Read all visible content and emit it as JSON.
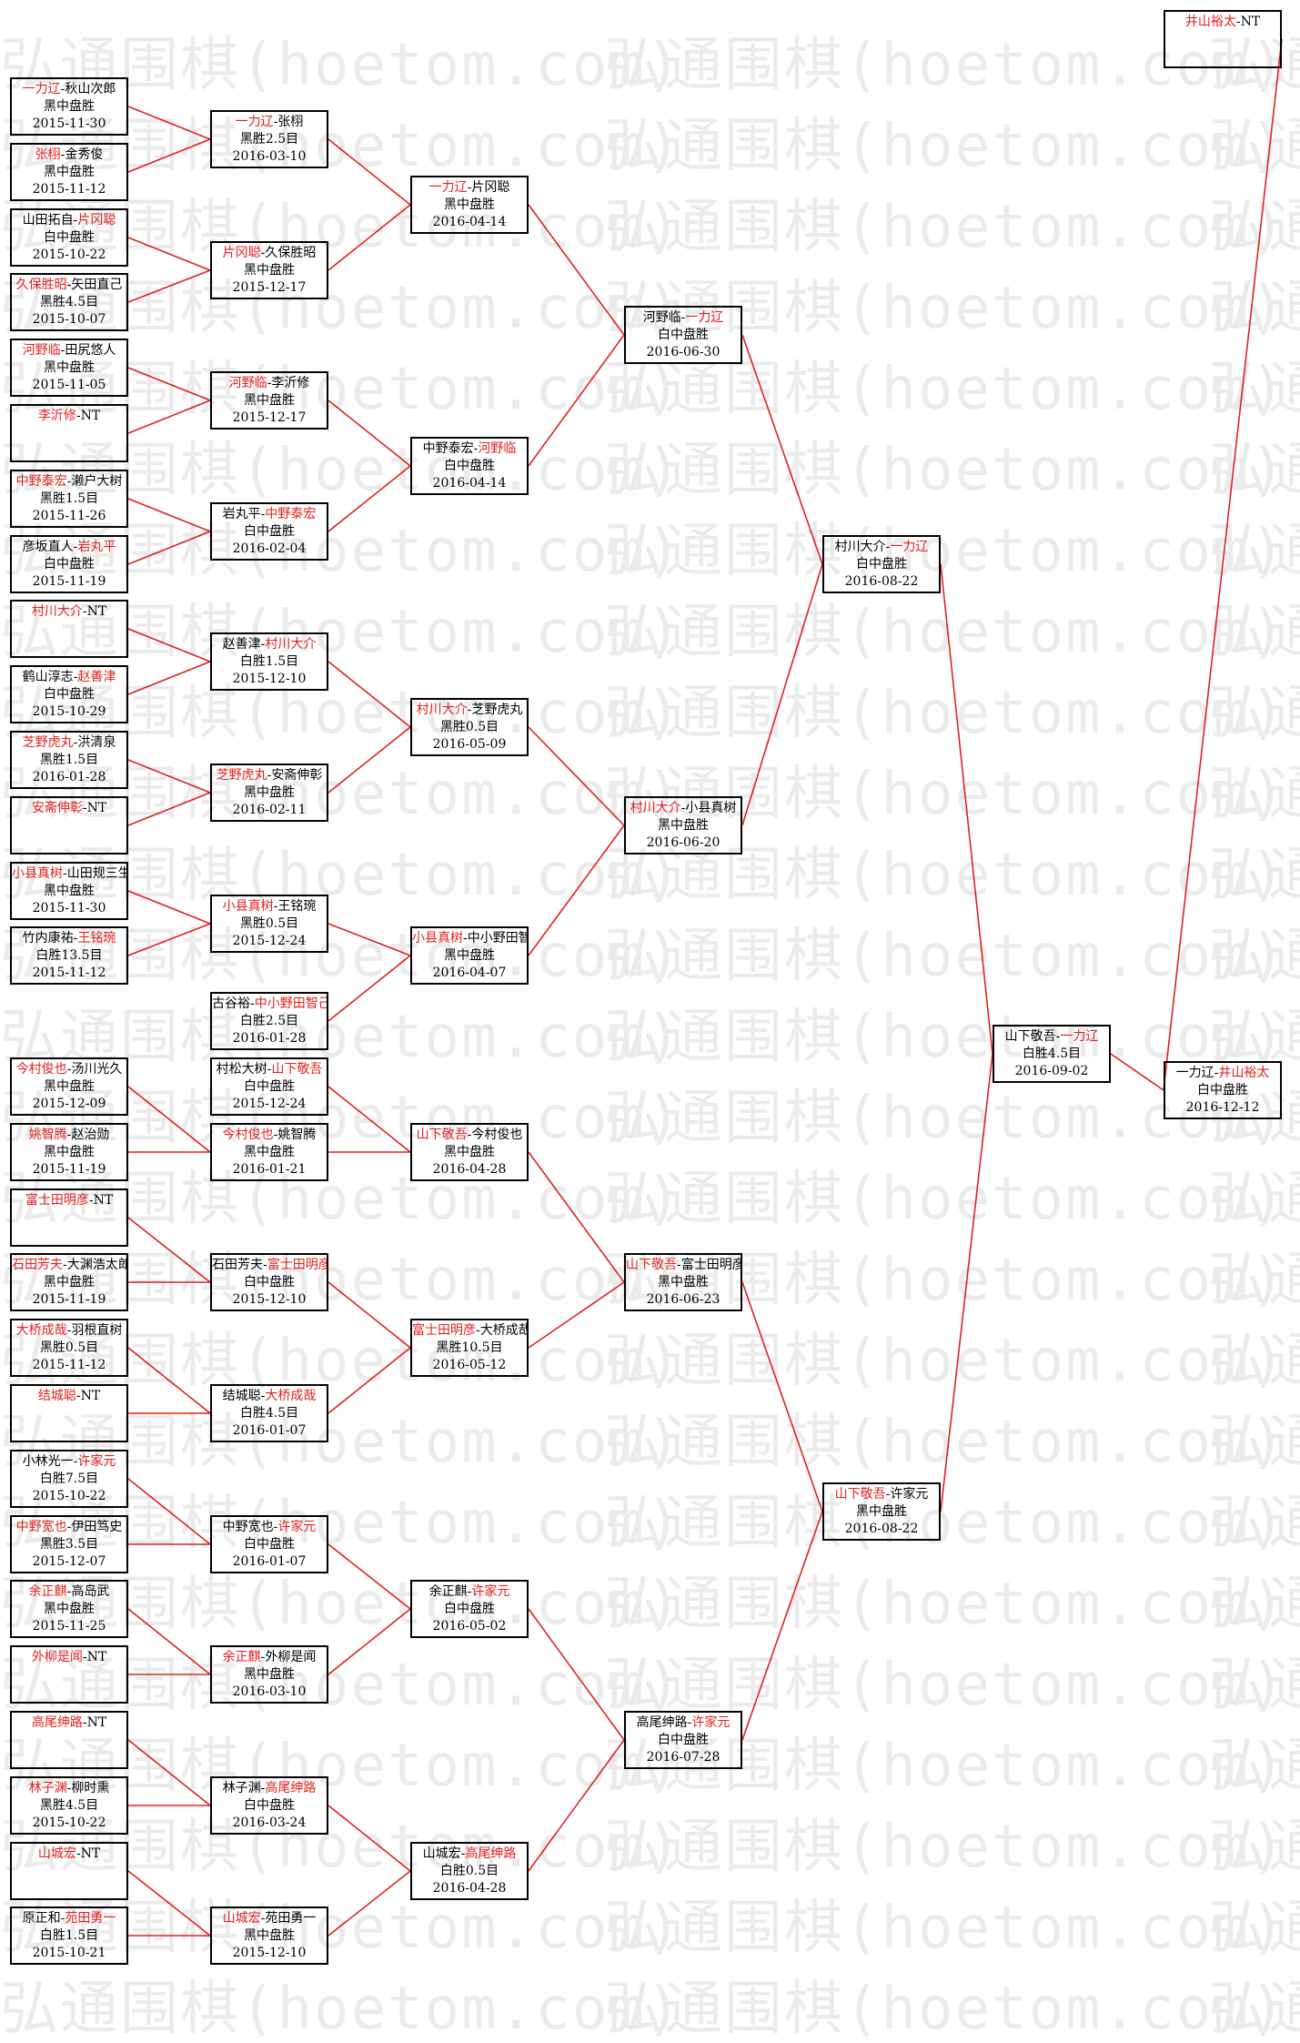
{
  "watermark": "弘通围棋(hoetom.com)",
  "colors": {
    "winner": "#e0201c",
    "line": "#e0201c",
    "border": "#000000"
  },
  "matches": [
    {
      "id": "r1-1",
      "round": 1,
      "slot": 0,
      "p1": "一力辽",
      "p2": "秋山次郎",
      "winner": 1,
      "result": "黑中盘胜",
      "date": "2015-11-30"
    },
    {
      "id": "r1-2",
      "round": 1,
      "slot": 1,
      "p1": "张栩",
      "p2": "金秀俊",
      "winner": 1,
      "result": "黑中盘胜",
      "date": "2015-11-12"
    },
    {
      "id": "r1-3",
      "round": 1,
      "slot": 2,
      "p1": "山田拓自",
      "p2": "片冈聪",
      "winner": 2,
      "result": "白中盘胜",
      "date": "2015-10-22"
    },
    {
      "id": "r1-4",
      "round": 1,
      "slot": 3,
      "p1": "久保胜昭",
      "p2": "矢田直己",
      "winner": 1,
      "result": "黑胜4.5目",
      "date": "2015-10-07"
    },
    {
      "id": "r1-5",
      "round": 1,
      "slot": 4,
      "p1": "河野临",
      "p2": "田尻悠人",
      "winner": 1,
      "result": "黑中盘胜",
      "date": "2015-11-05"
    },
    {
      "id": "r1-6",
      "round": 1,
      "slot": 5,
      "p1": "李沂修",
      "p2": "NT",
      "winner": 1,
      "result": "",
      "date": ""
    },
    {
      "id": "r1-7",
      "round": 1,
      "slot": 6,
      "p1": "中野泰宏",
      "p2": "濑户大树",
      "winner": 1,
      "result": "黑胜1.5目",
      "date": "2015-11-26"
    },
    {
      "id": "r1-8",
      "round": 1,
      "slot": 7,
      "p1": "彦坂直人",
      "p2": "岩丸平",
      "winner": 2,
      "result": "白中盘胜",
      "date": "2015-11-19"
    },
    {
      "id": "r1-9",
      "round": 1,
      "slot": 8,
      "p1": "村川大介",
      "p2": "NT",
      "winner": 1,
      "result": "",
      "date": ""
    },
    {
      "id": "r1-10",
      "round": 1,
      "slot": 9,
      "p1": "鹤山淳志",
      "p2": "赵善津",
      "winner": 2,
      "result": "白中盘胜",
      "date": "2015-10-29"
    },
    {
      "id": "r1-11",
      "round": 1,
      "slot": 10,
      "p1": "芝野虎丸",
      "p2": "洪清泉",
      "winner": 1,
      "result": "黑胜1.5目",
      "date": "2016-01-28"
    },
    {
      "id": "r1-12",
      "round": 1,
      "slot": 11,
      "p1": "安斋伸彰",
      "p2": "NT",
      "winner": 1,
      "result": "",
      "date": ""
    },
    {
      "id": "r1-13",
      "round": 1,
      "slot": 12,
      "p1": "小县真树",
      "p2": "山田规三生",
      "winner": 1,
      "result": "黑中盘胜",
      "date": "2015-11-30"
    },
    {
      "id": "r1-14",
      "round": 1,
      "slot": 13,
      "p1": "竹内康祐",
      "p2": "王铭琬",
      "winner": 2,
      "result": "白胜13.5目",
      "date": "2015-11-12"
    },
    {
      "id": "r1-16",
      "round": 1,
      "slot": 15,
      "p1": "今村俊也",
      "p2": "汤川光久",
      "winner": 1,
      "result": "黑中盘胜",
      "date": "2015-12-09"
    },
    {
      "id": "r1-17",
      "round": 1,
      "slot": 16,
      "p1": "姚智腾",
      "p2": "赵治勋",
      "winner": 1,
      "result": "黑中盘胜",
      "date": "2015-11-19"
    },
    {
      "id": "r1-18",
      "round": 1,
      "slot": 17,
      "p1": "富士田明彦",
      "p2": "NT",
      "winner": 1,
      "result": "",
      "date": ""
    },
    {
      "id": "r1-19",
      "round": 1,
      "slot": 18,
      "p1": "石田芳夫",
      "p2": "大渊浩太郎",
      "winner": 1,
      "result": "黑中盘胜",
      "date": "2015-11-19"
    },
    {
      "id": "r1-20",
      "round": 1,
      "slot": 19,
      "p1": "大桥成哉",
      "p2": "羽根直树",
      "winner": 1,
      "result": "黑胜0.5目",
      "date": "2015-11-12"
    },
    {
      "id": "r1-21",
      "round": 1,
      "slot": 20,
      "p1": "结城聪",
      "p2": "NT",
      "winner": 1,
      "result": "",
      "date": ""
    },
    {
      "id": "r1-22",
      "round": 1,
      "slot": 21,
      "p1": "小林光一",
      "p2": "许家元",
      "winner": 2,
      "result": "白胜7.5目",
      "date": "2015-10-22"
    },
    {
      "id": "r1-23",
      "round": 1,
      "slot": 22,
      "p1": "中野宽也",
      "p2": "伊田笃史",
      "winner": 1,
      "result": "黑胜3.5目",
      "date": "2015-12-07"
    },
    {
      "id": "r1-24",
      "round": 1,
      "slot": 23,
      "p1": "余正麒",
      "p2": "高岛武",
      "winner": 1,
      "result": "黑中盘胜",
      "date": "2015-11-25"
    },
    {
      "id": "r1-25",
      "round": 1,
      "slot": 24,
      "p1": "外柳是闻",
      "p2": "NT",
      "winner": 1,
      "result": "",
      "date": ""
    },
    {
      "id": "r1-26",
      "round": 1,
      "slot": 25,
      "p1": "高尾绅路",
      "p2": "NT",
      "winner": 1,
      "result": "",
      "date": ""
    },
    {
      "id": "r1-27",
      "round": 1,
      "slot": 26,
      "p1": "林子渊",
      "p2": "柳时熏",
      "winner": 1,
      "result": "黑胜4.5目",
      "date": "2015-10-22"
    },
    {
      "id": "r1-28",
      "round": 1,
      "slot": 27,
      "p1": "山城宏",
      "p2": "NT",
      "winner": 1,
      "result": "",
      "date": ""
    },
    {
      "id": "r1-29",
      "round": 1,
      "slot": 28,
      "p1": "原正和",
      "p2": "苑田勇一",
      "winner": 2,
      "result": "白胜1.5目",
      "date": "2015-10-21"
    },
    {
      "id": "r2-1",
      "round": 2,
      "slot": 0.5,
      "p1": "一力辽",
      "p2": "张栩",
      "winner": 1,
      "result": "黑胜2.5目",
      "date": "2016-03-10"
    },
    {
      "id": "r2-2",
      "round": 2,
      "slot": 2.5,
      "p1": "片冈聪",
      "p2": "久保胜昭",
      "winner": 1,
      "result": "黑中盘胜",
      "date": "2015-12-17"
    },
    {
      "id": "r2-3",
      "round": 2,
      "slot": 4.5,
      "p1": "河野临",
      "p2": "李沂修",
      "winner": 1,
      "result": "黑中盘胜",
      "date": "2015-12-17"
    },
    {
      "id": "r2-4",
      "round": 2,
      "slot": 6.5,
      "p1": "岩丸平",
      "p2": "中野泰宏",
      "winner": 2,
      "result": "白中盘胜",
      "date": "2016-02-04"
    },
    {
      "id": "r2-5",
      "round": 2,
      "slot": 8.5,
      "p1": "赵善津",
      "p2": "村川大介",
      "winner": 2,
      "result": "白胜1.5目",
      "date": "2015-12-10"
    },
    {
      "id": "r2-6",
      "round": 2,
      "slot": 10.5,
      "p1": "芝野虎丸",
      "p2": "安斋伸彰",
      "winner": 1,
      "result": "黑中盘胜",
      "date": "2016-02-11"
    },
    {
      "id": "r2-7",
      "round": 2,
      "slot": 12.5,
      "p1": "小县真树",
      "p2": "王铭琬",
      "winner": 1,
      "result": "黑胜0.5目",
      "date": "2015-12-24"
    },
    {
      "id": "r2-8",
      "round": 2,
      "slot": 14,
      "p1": "古谷裕",
      "p2": "中小野田智己",
      "winner": 2,
      "result": "白胜2.5目",
      "date": "2016-01-28"
    },
    {
      "id": "r2-9",
      "round": 2,
      "slot": 15,
      "p1": "村松大树",
      "p2": "山下敬吾",
      "winner": 2,
      "result": "白中盘胜",
      "date": "2015-12-24"
    },
    {
      "id": "r2-10",
      "round": 2,
      "slot": 16,
      "p1": "今村俊也",
      "p2": "姚智腾",
      "winner": 1,
      "result": "黑中盘胜",
      "date": "2016-01-21"
    },
    {
      "id": "r2-11",
      "round": 2,
      "slot": 18,
      "p1": "石田芳夫",
      "p2": "富士田明彦",
      "winner": 2,
      "result": "白中盘胜",
      "date": "2015-12-10"
    },
    {
      "id": "r2-12",
      "round": 2,
      "slot": 20,
      "p1": "结城聪",
      "p2": "大桥成哉",
      "winner": 2,
      "result": "白胜4.5目",
      "date": "2016-01-07"
    },
    {
      "id": "r2-13",
      "round": 2,
      "slot": 22,
      "p1": "中野宽也",
      "p2": "许家元",
      "winner": 2,
      "result": "白中盘胜",
      "date": "2016-01-07"
    },
    {
      "id": "r2-14",
      "round": 2,
      "slot": 24,
      "p1": "余正麒",
      "p2": "外柳是闻",
      "winner": 1,
      "result": "黑中盘胜",
      "date": "2016-03-10"
    },
    {
      "id": "r2-15",
      "round": 2,
      "slot": 26,
      "p1": "林子渊",
      "p2": "高尾绅路",
      "winner": 2,
      "result": "白中盘胜",
      "date": "2016-03-24"
    },
    {
      "id": "r2-16",
      "round": 2,
      "slot": 28,
      "p1": "山城宏",
      "p2": "苑田勇一",
      "winner": 1,
      "result": "黑中盘胜",
      "date": "2015-12-10"
    },
    {
      "id": "r3-1",
      "round": 3,
      "slot": 1.5,
      "p1": "一力辽",
      "p2": "片冈聪",
      "winner": 1,
      "result": "黑中盘胜",
      "date": "2016-04-14"
    },
    {
      "id": "r3-2",
      "round": 3,
      "slot": 5.5,
      "p1": "中野泰宏",
      "p2": "河野临",
      "winner": 2,
      "result": "白中盘胜",
      "date": "2016-04-14"
    },
    {
      "id": "r3-3",
      "round": 3,
      "slot": 9.5,
      "p1": "村川大介",
      "p2": "芝野虎丸",
      "winner": 1,
      "result": "黑胜0.5目",
      "date": "2016-05-09"
    },
    {
      "id": "r3-4",
      "round": 3,
      "slot": 13,
      "p1": "小县真树",
      "p2": "中小野田智己",
      "winner": 1,
      "result": "黑中盘胜",
      "date": "2016-04-07"
    },
    {
      "id": "r3-5",
      "round": 3,
      "slot": 16,
      "p1": "山下敬吾",
      "p2": "今村俊也",
      "winner": 1,
      "result": "黑中盘胜",
      "date": "2016-04-28"
    },
    {
      "id": "r3-6",
      "round": 3,
      "slot": 19,
      "p1": "富士田明彦",
      "p2": "大桥成哉",
      "winner": 1,
      "result": "黑胜10.5目",
      "date": "2016-05-12"
    },
    {
      "id": "r3-7",
      "round": 3,
      "slot": 23,
      "p1": "余正麒",
      "p2": "许家元",
      "winner": 2,
      "result": "白中盘胜",
      "date": "2016-05-02"
    },
    {
      "id": "r3-8",
      "round": 3,
      "slot": 27,
      "p1": "山城宏",
      "p2": "高尾绅路",
      "winner": 2,
      "result": "白胜0.5目",
      "date": "2016-04-28"
    },
    {
      "id": "r4-1",
      "round": 4,
      "slot": 3.5,
      "p1": "河野临",
      "p2": "一力辽",
      "winner": 2,
      "result": "白中盘胜",
      "date": "2016-06-30"
    },
    {
      "id": "r4-2",
      "round": 4,
      "slot": 11,
      "p1": "村川大介",
      "p2": "小县真树",
      "winner": 1,
      "result": "黑中盘胜",
      "date": "2016-06-20"
    },
    {
      "id": "r4-3",
      "round": 4,
      "slot": 18,
      "p1": "山下敬吾",
      "p2": "富士田明彦",
      "winner": 1,
      "result": "黑中盘胜",
      "date": "2016-06-23"
    },
    {
      "id": "r4-4",
      "round": 4,
      "slot": 25,
      "p1": "高尾绅路",
      "p2": "许家元",
      "winner": 2,
      "result": "白中盘胜",
      "date": "2016-07-28"
    },
    {
      "id": "r5-1",
      "round": 5,
      "slot": 7,
      "p1": "村川大介",
      "p2": "一力辽",
      "winner": 2,
      "result": "白中盘胜",
      "date": "2016-08-22"
    },
    {
      "id": "r5-2",
      "round": 5,
      "slot": 21.5,
      "p1": "山下敬吾",
      "p2": "许家元",
      "winner": 1,
      "result": "黑中盘胜",
      "date": "2016-08-22"
    },
    {
      "id": "r6-1",
      "round": 6,
      "slot": 14.5,
      "p1": "山下敬吾",
      "p2": "一力辽",
      "winner": 2,
      "result": "白胜4.5目",
      "date": "2016-09-02"
    },
    {
      "id": "seed",
      "round": 7,
      "slot": -0.4,
      "p1": "井山裕太",
      "p2": "NT",
      "winner": 1,
      "result": "",
      "date": ""
    },
    {
      "id": "final",
      "round": 7,
      "slot": 15.05,
      "p1": "一力辽",
      "p2": "井山裕太",
      "winner": 2,
      "result": "白中盘胜",
      "date": "2016-12-12"
    }
  ],
  "links": [
    [
      "r1-1",
      "r2-1"
    ],
    [
      "r1-2",
      "r2-1"
    ],
    [
      "r1-3",
      "r2-2"
    ],
    [
      "r1-4",
      "r2-2"
    ],
    [
      "r1-5",
      "r2-3"
    ],
    [
      "r1-6",
      "r2-3"
    ],
    [
      "r1-7",
      "r2-4"
    ],
    [
      "r1-8",
      "r2-4"
    ],
    [
      "r1-9",
      "r2-5"
    ],
    [
      "r1-10",
      "r2-5"
    ],
    [
      "r1-11",
      "r2-6"
    ],
    [
      "r1-12",
      "r2-6"
    ],
    [
      "r1-13",
      "r2-7"
    ],
    [
      "r1-14",
      "r2-7"
    ],
    [
      "r1-16",
      "r2-10"
    ],
    [
      "r1-17",
      "r2-10"
    ],
    [
      "r1-18",
      "r2-11"
    ],
    [
      "r1-19",
      "r2-11"
    ],
    [
      "r1-20",
      "r2-12"
    ],
    [
      "r1-21",
      "r2-12"
    ],
    [
      "r1-22",
      "r2-13"
    ],
    [
      "r1-23",
      "r2-13"
    ],
    [
      "r1-24",
      "r2-14"
    ],
    [
      "r1-25",
      "r2-14"
    ],
    [
      "r1-26",
      "r2-15"
    ],
    [
      "r1-27",
      "r2-15"
    ],
    [
      "r1-28",
      "r2-16"
    ],
    [
      "r1-29",
      "r2-16"
    ],
    [
      "r2-1",
      "r3-1"
    ],
    [
      "r2-2",
      "r3-1"
    ],
    [
      "r2-3",
      "r3-2"
    ],
    [
      "r2-4",
      "r3-2"
    ],
    [
      "r2-5",
      "r3-3"
    ],
    [
      "r2-6",
      "r3-3"
    ],
    [
      "r2-7",
      "r3-4"
    ],
    [
      "r2-8",
      "r3-4"
    ],
    [
      "r2-9",
      "r3-5"
    ],
    [
      "r2-10",
      "r3-5"
    ],
    [
      "r2-11",
      "r3-6"
    ],
    [
      "r2-12",
      "r3-6"
    ],
    [
      "r2-13",
      "r3-7"
    ],
    [
      "r2-14",
      "r3-7"
    ],
    [
      "r2-15",
      "r3-8"
    ],
    [
      "r2-16",
      "r3-8"
    ],
    [
      "r3-1",
      "r4-1"
    ],
    [
      "r3-2",
      "r4-1"
    ],
    [
      "r3-3",
      "r4-2"
    ],
    [
      "r3-4",
      "r4-2"
    ],
    [
      "r3-5",
      "r4-3"
    ],
    [
      "r3-6",
      "r4-3"
    ],
    [
      "r3-7",
      "r4-4"
    ],
    [
      "r3-8",
      "r4-4"
    ],
    [
      "r4-1",
      "r5-1"
    ],
    [
      "r4-2",
      "r5-1"
    ],
    [
      "r4-3",
      "r5-2"
    ],
    [
      "r4-4",
      "r5-2"
    ],
    [
      "r5-1",
      "r6-1"
    ],
    [
      "r5-2",
      "r6-1"
    ],
    [
      "r6-1",
      "final"
    ],
    [
      "seed",
      "final"
    ]
  ]
}
